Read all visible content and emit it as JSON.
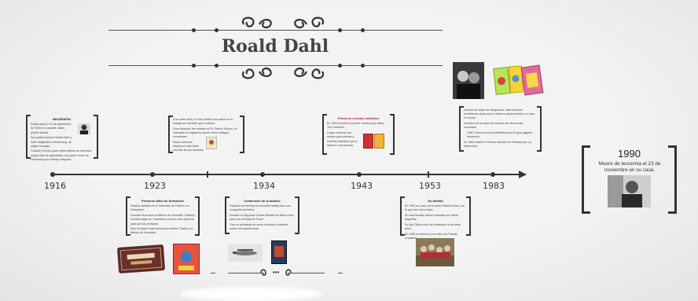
{
  "title": "Roald Dahl",
  "years": [
    "1916",
    "1923",
    "1934",
    "1943",
    "1953",
    "1983"
  ],
  "final": {
    "year": "1990",
    "text": "Muere de leucemia el 23 de noviembre en su casa."
  },
  "boxes": {
    "biografia": {
      "heading": "BIOGRAFÍA:",
      "lines": [
        "Roald nació el 13 de septiembre de 1916 en Llandaff, Gales (Reino Unido).",
        "Sus padres fueron Harald Dahl y Sofie Magdalene Hesselberg, de origen noruego.",
        "Cuando él tenía cuatro años falleció su hermana mayor Astri de apendicitis y su padre murió de neumonía poco tiempo después."
      ]
    },
    "b1923": {
      "heading": "",
      "lines": [
        "A los siete años, el niño recibió una paliza en su colegio de Llandaff, que lo marcó.",
        "Poco después fue enviado al St. Peter's School, un internado en Inglaterra donde sufrió castigos constantes.",
        "Estas vivencias inspiraron más tarde muchas de sus historias."
      ]
    },
    "primeros": {
      "heading": "Primeros escritos infantiles",
      "lines": [
        "En 1943 escribió su primer cuento para niños, The Gremlins.",
        "Luego continuó con relatos para adultos y cuentos infantiles que lo hicieron muy famoso."
      ]
    },
    "premios": {
      "heading": "",
      "lines": [
        "A pesar de todas las desgracias, Dahl continuó escribiendo obras que le hicieron ganar premios en todo el mundo.",
        "A finales de los años 80 escribió sus libros más conocidos.",
        "1982: Ganó el premio Whitbread por El gran gigante bonachón.",
        "En 1983 recibió el Premio Mundial de Fantasía por su trayectoria."
      ]
    },
    "formacion": {
      "heading": "Primeros años de formación",
      "lines": [
        "Realizó estudios en el internado de Repton, en Derbyshire.",
        "Durante esos años la fábrica de chocolate Cadbury enviaba cajas de chocolates nuevos a los alumnos para que las probaran.",
        "Esto le inspiró más tarde para escribir Charlie y la fábrica de chocolate."
      ]
    },
    "adultez": {
      "heading": "Comienzos de la adultez",
      "lines": [
        "Después de terminar la escuela trabajó para una compañía petrolera.",
        "Durante la Segunda Guerra Mundial se alistó como piloto de la Royal Air Force.",
        "Tras un accidente de avión comenzó a escribir sobre sus experiencias."
      ]
    },
    "familia": {
      "heading": "Su familia",
      "lines": [
        "En 1953 se casó con la actriz Patricia Neal, con la que tuvo cinco hijos.",
        "Su vida familiar estuvo marcada por varias tragedias.",
        "Su hija Olivia murió de sarampión a los siete años.",
        "En 1983 se divorció y se casó con Felicity Crosland."
      ]
    }
  },
  "nav_ellipsis": "•••"
}
